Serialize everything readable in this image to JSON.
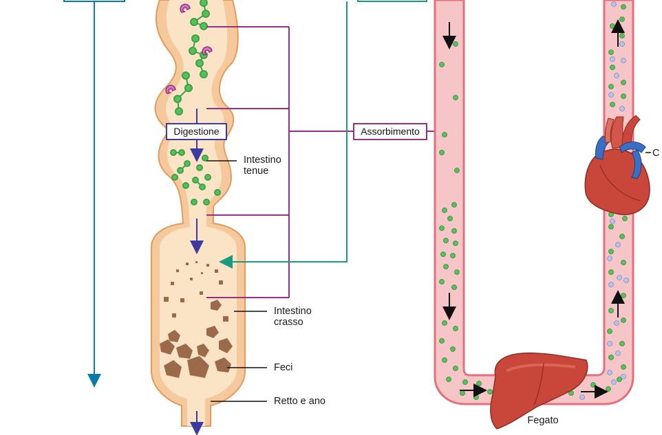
{
  "labels": {
    "digestione": "Digestione",
    "assorbimento": "Assorbimento",
    "intestino_tenue_1": "Intestino",
    "intestino_tenue_2": "tenue",
    "intestino_crasso_1": "Intestino",
    "intestino_crasso_2": "crasso",
    "feci": "Feci",
    "retto_ano": "Retto e ano",
    "fegato": "Fegato",
    "cuore_partial": "C"
  },
  "colors": {
    "teal": "#0a7aa8",
    "green_line": "#1a9a7f",
    "purple": "#9a2d86",
    "arrow_blue": "#3a3aa0",
    "gut_fill": "#f6c99c",
    "gut_outline": "#e39a5c",
    "lumen": "#fbe3c6",
    "vessel_fill": "#f6c5c8",
    "vessel_border": "#e56f7a",
    "nutrient_green": "#57c05a",
    "blue_dot": "#9aa7d6",
    "feces": "#9b6a4a",
    "liver": "#c9473a",
    "heart": "#c9473a"
  },
  "icons": {
    "heart": "heart-icon",
    "liver": "liver-icon"
  }
}
